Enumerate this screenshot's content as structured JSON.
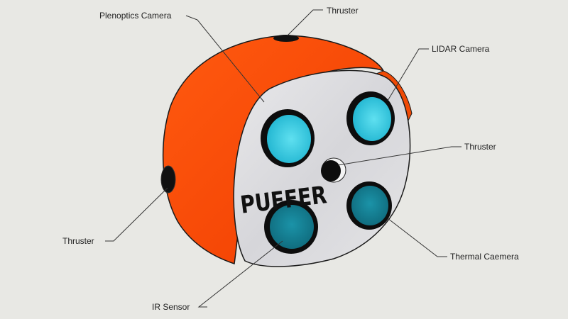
{
  "model": {
    "brand": "PUFFER",
    "colors": {
      "hull": "#ff4a05",
      "face": "#dcdcde",
      "lens_light": "#29c6df",
      "lens_dark": "#157f93",
      "background": "#e8e8e4"
    }
  },
  "callouts": {
    "plenoptics_camera": "Plenoptics Camera",
    "thruster_top": "Thruster",
    "lidar_camera": "LIDAR Camera",
    "thruster_center": "Thruster",
    "thruster_left": "Thruster",
    "thermal_camera": "Thermal Caemera",
    "ir_sensor": "IR Sensor"
  }
}
